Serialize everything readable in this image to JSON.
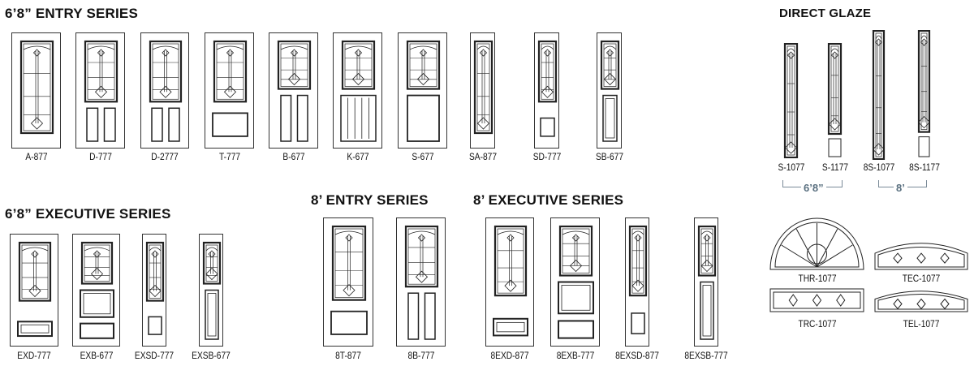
{
  "headings": {
    "entry_68": "6’8” ENTRY SERIES",
    "executive_68": "6’8” EXECUTIVE SERIES",
    "entry_8": "8’ ENTRY SERIES",
    "executive_8": "8’ EXECUTIVE SERIES",
    "direct_glaze": "DIRECT GLAZE"
  },
  "entry_68": [
    "A-877",
    "D-777",
    "D-2777",
    "T-777",
    "B-677",
    "K-677",
    "S-677",
    "SA-877",
    "SD-777",
    "SB-677"
  ],
  "executive_68": [
    "EXD-777",
    "EXB-677",
    "EXSD-777",
    "EXSB-677"
  ],
  "entry_8": [
    "8T-877",
    "8B-777"
  ],
  "executive_8": [
    "8EXD-877",
    "8EXB-777",
    "8EXSD-877",
    "8EXSB-777"
  ],
  "direct_glaze": {
    "items": [
      "S-1077",
      "S-1177",
      "8S-1077",
      "8S-1177"
    ],
    "groups": [
      "6’8”",
      "8’"
    ]
  },
  "transoms": [
    "THR-1077",
    "TEC-1077",
    "TRC-1077",
    "TEL-1077"
  ]
}
